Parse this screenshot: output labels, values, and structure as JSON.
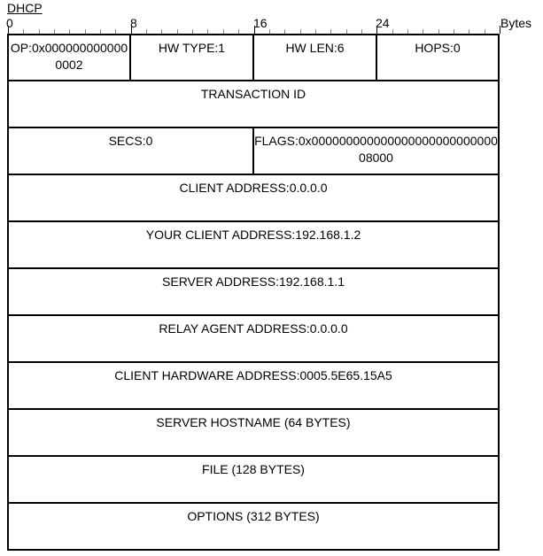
{
  "title": "DHCP",
  "ruler": {
    "unit": "Bytes",
    "labels": [
      "0",
      "8",
      "16",
      "24"
    ]
  },
  "fields": {
    "op": "OP:0x0000000000000002",
    "hw_type": "HW TYPE:1",
    "hw_len": "HW LEN:6",
    "hops": "HOPS:0",
    "transaction_id": "TRANSACTION ID",
    "secs": "SECS:0",
    "flags": "FLAGS:0x00000000000000000000000000008000",
    "client_address": "CLIENT ADDRESS:0.0.0.0",
    "your_client_address": "YOUR CLIENT ADDRESS:192.168.1.2",
    "server_address": "SERVER ADDRESS:192.168.1.1",
    "relay_agent_address": "RELAY AGENT ADDRESS:0.0.0.0",
    "client_hardware_address": "CLIENT HARDWARE ADDRESS:0005.5E65.15A5",
    "server_hostname": "SERVER HOSTNAME (64 BYTES)",
    "file": "FILE (128 BYTES)",
    "options": "OPTIONS (312 BYTES)"
  }
}
